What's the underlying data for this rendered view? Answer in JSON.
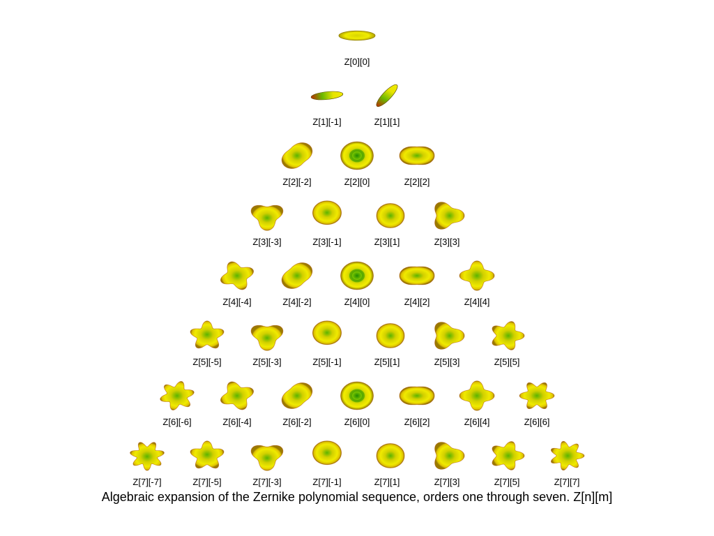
{
  "caption": "Algebraic expansion of the Zernike polynomial sequence, orders one through seven. Z[n][m]",
  "colors": {
    "background": "#ffffff",
    "label_text": "#000000",
    "surface_yellow": "#f0ec00",
    "surface_green": "#2d9000",
    "surface_red": "#b83000",
    "surface_shadow": "#8f7d00"
  },
  "pyramid": {
    "rows": [
      {
        "order": 0,
        "cells": [
          {
            "n": 0,
            "m": 0,
            "label": "Z[0][0]"
          }
        ]
      },
      {
        "order": 1,
        "cells": [
          {
            "n": 1,
            "m": -1,
            "label": "Z[1][-1]"
          },
          {
            "n": 1,
            "m": 1,
            "label": "Z[1][1]"
          }
        ]
      },
      {
        "order": 2,
        "cells": [
          {
            "n": 2,
            "m": -2,
            "label": "Z[2][-2]"
          },
          {
            "n": 2,
            "m": 0,
            "label": "Z[2][0]"
          },
          {
            "n": 2,
            "m": 2,
            "label": "Z[2][2]"
          }
        ]
      },
      {
        "order": 3,
        "cells": [
          {
            "n": 3,
            "m": -3,
            "label": "Z[3][-3]"
          },
          {
            "n": 3,
            "m": -1,
            "label": "Z[3][-1]"
          },
          {
            "n": 3,
            "m": 1,
            "label": "Z[3][1]"
          },
          {
            "n": 3,
            "m": 3,
            "label": "Z[3][3]"
          }
        ]
      },
      {
        "order": 4,
        "cells": [
          {
            "n": 4,
            "m": -4,
            "label": "Z[4][-4]"
          },
          {
            "n": 4,
            "m": -2,
            "label": "Z[4][-2]"
          },
          {
            "n": 4,
            "m": 0,
            "label": "Z[4][0]"
          },
          {
            "n": 4,
            "m": 2,
            "label": "Z[4][2]"
          },
          {
            "n": 4,
            "m": 4,
            "label": "Z[4][4]"
          }
        ]
      },
      {
        "order": 5,
        "cells": [
          {
            "n": 5,
            "m": -5,
            "label": "Z[5][-5]"
          },
          {
            "n": 5,
            "m": -3,
            "label": "Z[5][-3]"
          },
          {
            "n": 5,
            "m": -1,
            "label": "Z[5][-1]"
          },
          {
            "n": 5,
            "m": 1,
            "label": "Z[5][1]"
          },
          {
            "n": 5,
            "m": 3,
            "label": "Z[5][3]"
          },
          {
            "n": 5,
            "m": 5,
            "label": "Z[5][5]"
          }
        ]
      },
      {
        "order": 6,
        "cells": [
          {
            "n": 6,
            "m": -6,
            "label": "Z[6][-6]"
          },
          {
            "n": 6,
            "m": -4,
            "label": "Z[6][-4]"
          },
          {
            "n": 6,
            "m": -2,
            "label": "Z[6][-2]"
          },
          {
            "n": 6,
            "m": 0,
            "label": "Z[6][0]"
          },
          {
            "n": 6,
            "m": 2,
            "label": "Z[6][2]"
          },
          {
            "n": 6,
            "m": 4,
            "label": "Z[6][4]"
          },
          {
            "n": 6,
            "m": 6,
            "label": "Z[6][6]"
          }
        ]
      },
      {
        "order": 7,
        "cells": [
          {
            "n": 7,
            "m": -7,
            "label": "Z[7][-7]"
          },
          {
            "n": 7,
            "m": -5,
            "label": "Z[7][-5]"
          },
          {
            "n": 7,
            "m": -3,
            "label": "Z[7][-3]"
          },
          {
            "n": 7,
            "m": -1,
            "label": "Z[7][-1]"
          },
          {
            "n": 7,
            "m": 1,
            "label": "Z[7][1]"
          },
          {
            "n": 7,
            "m": 3,
            "label": "Z[7][3]"
          },
          {
            "n": 7,
            "m": 5,
            "label": "Z[7][5]"
          },
          {
            "n": 7,
            "m": 7,
            "label": "Z[7][7]"
          }
        ]
      }
    ]
  }
}
